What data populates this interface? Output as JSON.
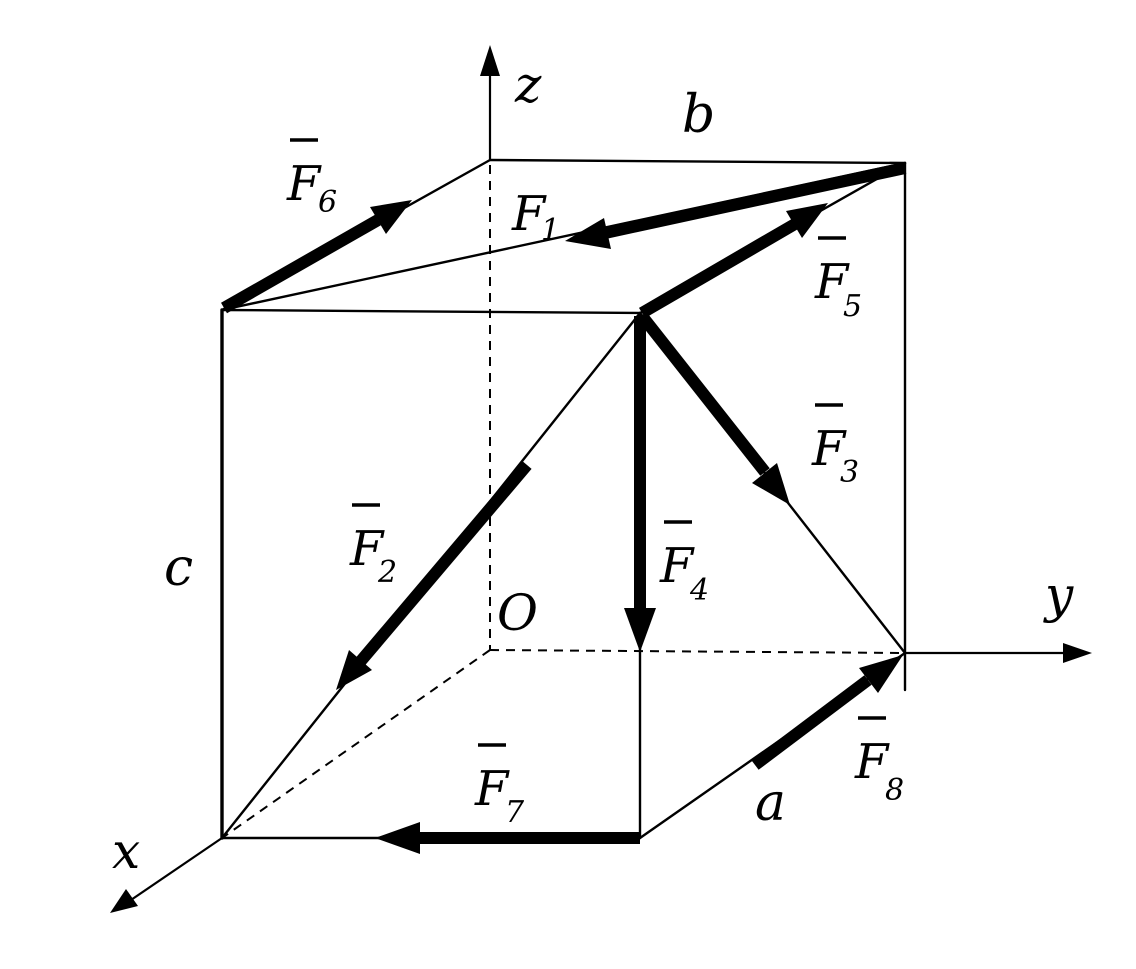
{
  "axes": {
    "x": "x",
    "y": "y",
    "z": "z",
    "origin": "O"
  },
  "dimensions": {
    "a": "a",
    "b": "b",
    "c": "c"
  },
  "forces": [
    {
      "id": "F1",
      "letter": "F",
      "index": "1",
      "overbar": false
    },
    {
      "id": "F2",
      "letter": "F",
      "index": "2",
      "overbar": true
    },
    {
      "id": "F3",
      "letter": "F",
      "index": "3",
      "overbar": true
    },
    {
      "id": "F4",
      "letter": "F",
      "index": "4",
      "overbar": true
    },
    {
      "id": "F5",
      "letter": "F",
      "index": "5",
      "overbar": true
    },
    {
      "id": "F6",
      "letter": "F",
      "index": "6",
      "overbar": true
    },
    {
      "id": "F7",
      "letter": "F",
      "index": "7",
      "overbar": true
    },
    {
      "id": "F8",
      "letter": "F",
      "index": "8",
      "overbar": true
    }
  ]
}
